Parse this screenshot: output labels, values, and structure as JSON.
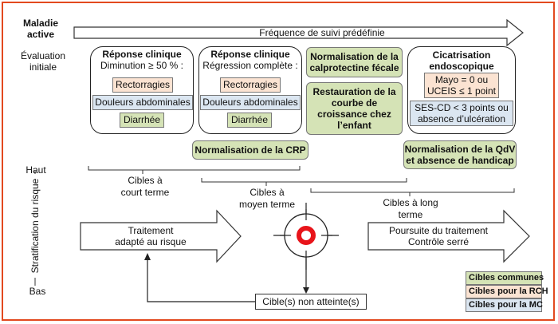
{
  "header": {
    "maladie_line1": "Maladie",
    "maladie_line2": "active",
    "frequence": "Fréquence de suivi prédéfinie",
    "evaluation_line1": "Évaluation",
    "evaluation_line2": "initiale"
  },
  "reponse_clinique_1": {
    "title": "Réponse clinique",
    "subtitle": "Diminution ≥ 50 % :",
    "items": [
      "Rectorragies",
      "Douleurs abdominales",
      "Diarrhée"
    ]
  },
  "reponse_clinique_2": {
    "title": "Réponse clinique",
    "subtitle": "Régression complète :",
    "items": [
      "Rectorragies",
      "Douleurs abdominales",
      "Diarrhée"
    ]
  },
  "calprotectine": "Normalisation de la calprotectine fécale",
  "restauration": "Restauration de la courbe de croissance chez l’enfant",
  "cicatrisation": {
    "title_line1": "Cicatrisation",
    "title_line2": "endoscopique",
    "mayo": "Mayo = 0 ou UCEIS ≤ 1 point",
    "sescd": "SES-CD < 3 points ou absence d’ulcération"
  },
  "crp": "Normalisation de la CRP",
  "qdv": "Normalisation de la QdV et absence de handicap",
  "cibles": {
    "court": "Cibles à court terme",
    "moyen": "Cibles à moyen terme",
    "long": "Cibles à long terme"
  },
  "axis": {
    "haut": "Haut",
    "bas": "Bas",
    "stratification": "Stratification du risque"
  },
  "traitement": {
    "line1": "Traitement",
    "line2": "adapté au risque"
  },
  "poursuite": {
    "line1": "Poursuite du traitement",
    "line2": "Contrôle serré"
  },
  "non_atteinte": "Cible(s) non atteinte(s)",
  "legend": {
    "communes": "Cibles communes",
    "rch": "Cibles pour la RCH",
    "mc": "Cibles pour la MC"
  },
  "colors": {
    "frame": "#e2491f",
    "green": "#d5e3b6",
    "peach": "#fbe3d2",
    "blue": "#dbe6f1",
    "target_red": "#e8141a"
  }
}
